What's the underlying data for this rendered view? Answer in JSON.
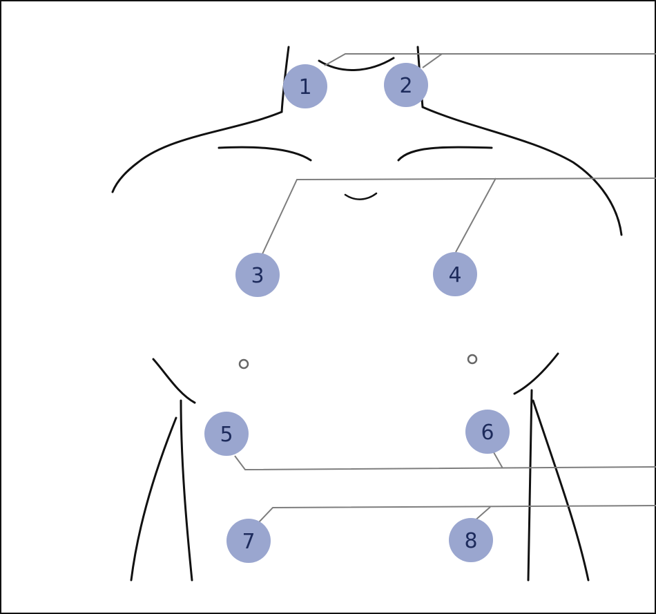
{
  "markers": [
    {
      "id": "1",
      "label": "1"
    },
    {
      "id": "2",
      "label": "2"
    },
    {
      "id": "3",
      "label": "3"
    },
    {
      "id": "4",
      "label": "4"
    },
    {
      "id": "5",
      "label": "5"
    },
    {
      "id": "6",
      "label": "6"
    },
    {
      "id": "7",
      "label": "7"
    },
    {
      "id": "8",
      "label": "8"
    }
  ],
  "colors": {
    "marker_fill": "#9aa6cf",
    "marker_text": "#1d2b5c",
    "outline": "#111111",
    "leader_line": "#7d7d7d"
  }
}
